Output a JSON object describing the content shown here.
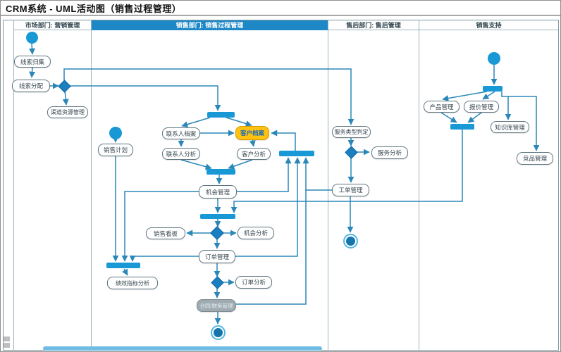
{
  "window": {
    "title": "CRM系统 - UML活动图（销售过程管理）"
  },
  "lanes": [
    {
      "id": "market",
      "label": "市场部门: 营销管理"
    },
    {
      "id": "sales",
      "label": "销售部门: 销售过程管理"
    },
    {
      "id": "aftersales",
      "label": "售后部门: 售后管理"
    },
    {
      "id": "support",
      "label": "销售支持"
    }
  ],
  "nodes": {
    "lead_collect": "线索归集",
    "lead_assign": "线索分配",
    "channel_mgmt": "渠道资源管理",
    "sales_plan": "销售计划",
    "contact_archive": "联系人档案",
    "customer_archive": "客户档案",
    "contact_analysis": "联系人分析",
    "customer_analysis": "客户分析",
    "opportunity_mgmt": "机会管理",
    "sales_board": "销售看板",
    "opportunity_analysis": "机会分析",
    "order_mgmt": "订单管理",
    "order_analysis": "订单分析",
    "contract_finance": "合同/财务管理",
    "perf_analysis": "绩效指标分析",
    "service_type": "服务类型判定",
    "service_analysis": "服务分析",
    "workorder_mgmt": "工单管理",
    "product_mgmt": "产品管理",
    "quote_mgmt": "报价管理",
    "kb_mgmt": "知识库管理",
    "competitor_mgmt": "竞品管理"
  },
  "colors": {
    "edge": "#2b87b8",
    "bar_fill": "#1899d6",
    "lane_header_active": "#1e88c7",
    "highlight_fill": "#ffc20e",
    "highlight_border": "#d79b00",
    "highlight_text": "#1368c0",
    "disabled_fill": "#9fabb1",
    "node_border": "#5f7680"
  }
}
